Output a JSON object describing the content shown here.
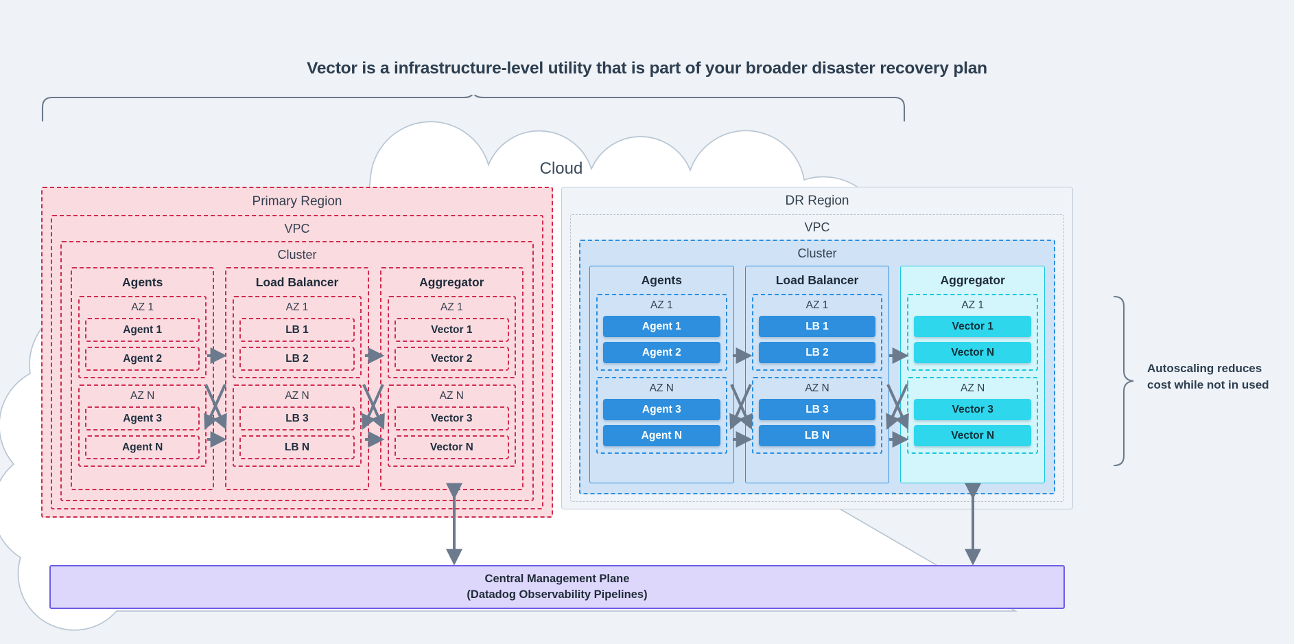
{
  "title": "Vector is a infrastructure-level utility that is part of your broader disaster recovery plan",
  "cloud_label": "Cloud",
  "annotation": "Autoscaling reduces cost while not in used",
  "mgmt_plane": {
    "line1": "Central Management Plane",
    "line2": "(Datadog Observability Pipelines)"
  },
  "labels": {
    "vpc": "VPC",
    "cluster": "Cluster",
    "az1": "AZ 1",
    "azn": "AZ N"
  },
  "colors": {
    "background": "#eff2f6",
    "primary_region_fill": "#fadbe0",
    "primary_region_stroke": "#cf2c4e",
    "dr_region_stroke": "#c3ccd7",
    "dr_cluster_fill": "#cfe2f6",
    "dr_cluster_stroke": "#2a8fe0",
    "node_blue": "#2d8fdd",
    "node_cyan": "#2ed7ec",
    "aggregator_stroke": "#19c7e0",
    "aggregator_fill": "#d2f6fb",
    "mgmt_fill": "#ddd7fb",
    "mgmt_stroke": "#6c5ce7",
    "arrow": "#6b7a8c",
    "text": "#2c3e50"
  },
  "regions": [
    {
      "name": "Primary Region",
      "style": "primary",
      "columns": [
        {
          "name": "Agents",
          "azs": [
            {
              "label": "AZ 1",
              "nodes": [
                "Agent 1",
                "Agent 2"
              ]
            },
            {
              "label": "AZ N",
              "nodes": [
                "Agent 3",
                "Agent N"
              ]
            }
          ]
        },
        {
          "name": "Load Balancer",
          "azs": [
            {
              "label": "AZ 1",
              "nodes": [
                "LB 1",
                "LB 2"
              ]
            },
            {
              "label": "AZ N",
              "nodes": [
                "LB 3",
                "LB N"
              ]
            }
          ]
        },
        {
          "name": "Aggregator",
          "azs": [
            {
              "label": "AZ 1",
              "nodes": [
                "Vector 1",
                "Vector 2"
              ]
            },
            {
              "label": "AZ N",
              "nodes": [
                "Vector 3",
                "Vector N"
              ]
            }
          ]
        }
      ]
    },
    {
      "name": "DR Region",
      "style": "dr",
      "columns": [
        {
          "name": "Agents",
          "azs": [
            {
              "label": "AZ 1",
              "nodes": [
                "Agent 1",
                "Agent 2"
              ]
            },
            {
              "label": "AZ N",
              "nodes": [
                "Agent 3",
                "Agent N"
              ]
            }
          ]
        },
        {
          "name": "Load Balancer",
          "azs": [
            {
              "label": "AZ 1",
              "nodes": [
                "LB 1",
                "LB 2"
              ]
            },
            {
              "label": "AZ N",
              "nodes": [
                "LB 3",
                "LB N"
              ]
            }
          ]
        },
        {
          "name": "Aggregator",
          "azs": [
            {
              "label": "AZ 1",
              "nodes": [
                "Vector 1",
                "Vector N"
              ]
            },
            {
              "label": "AZ N",
              "nodes": [
                "Vector 3",
                "Vector N"
              ]
            }
          ]
        }
      ]
    }
  ]
}
